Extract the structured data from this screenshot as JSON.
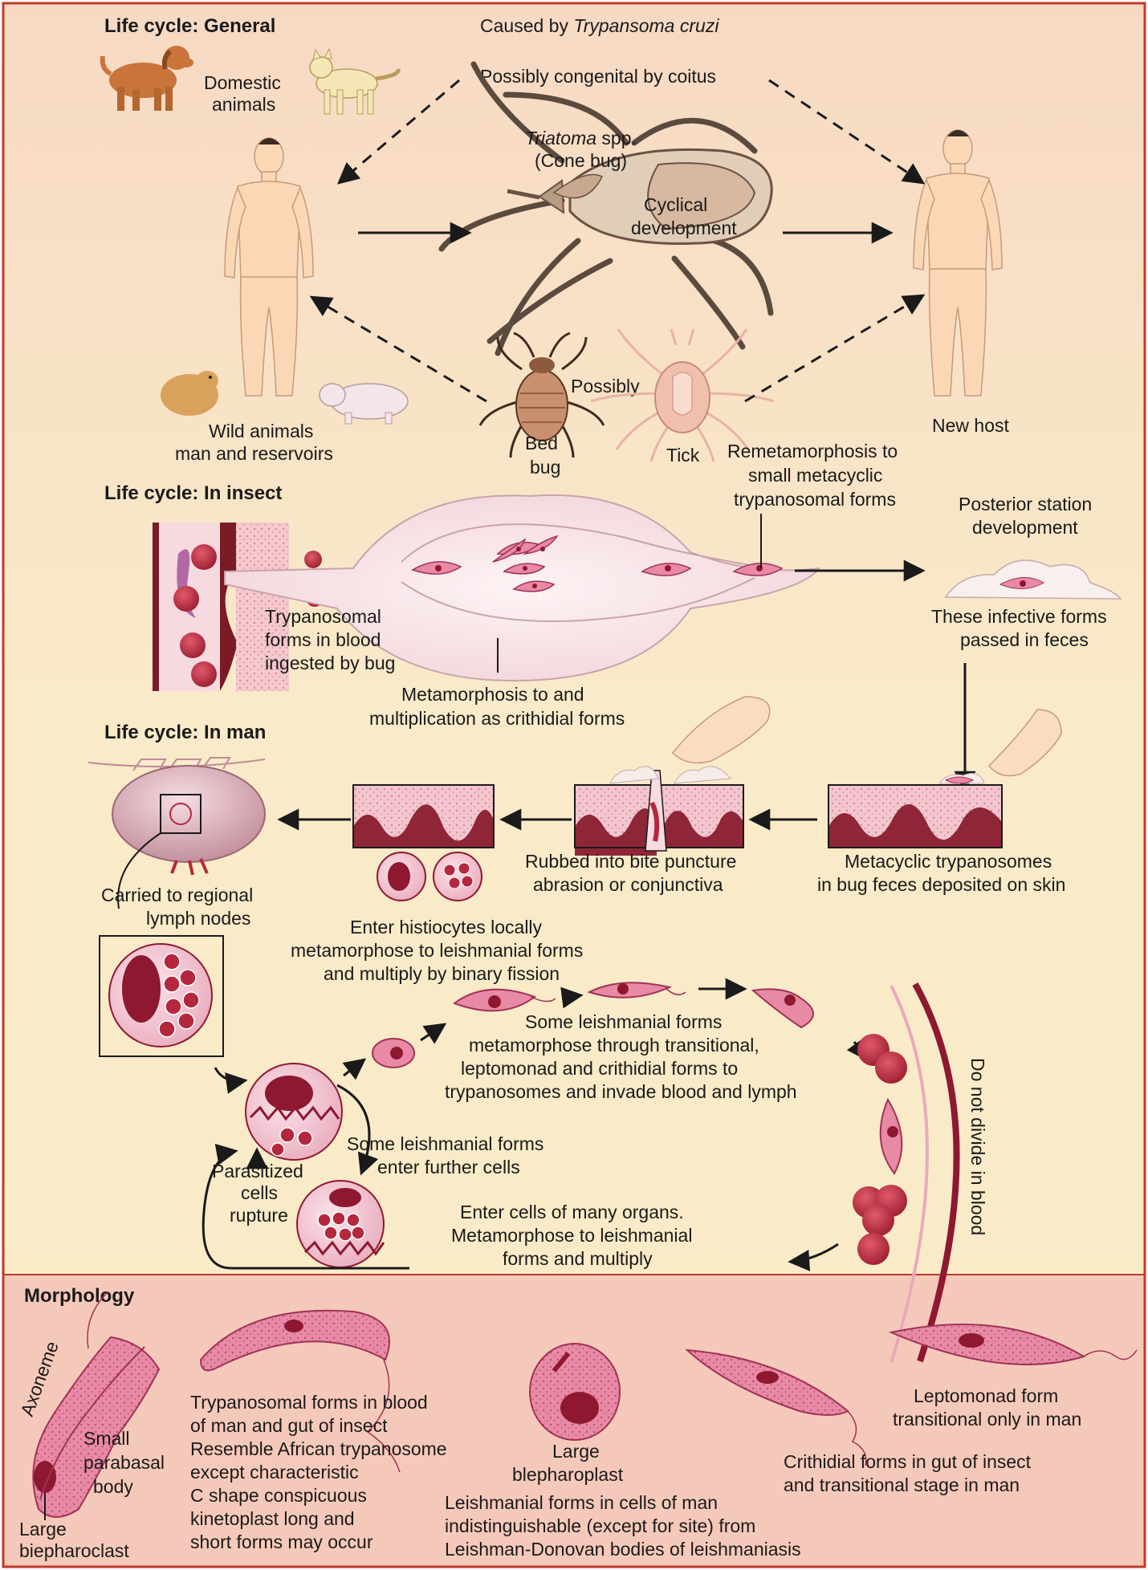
{
  "sections": {
    "general": "Life cycle: General",
    "insect": "Life cycle: In insect",
    "man": "Life cycle: In man",
    "morphology": "Morphology"
  },
  "general": {
    "caused_by_prefix": "Caused by ",
    "caused_by_species": "Trypansoma cruzi",
    "congenital": "Possibly congenital by coitus",
    "domestic_line1": "Domestic",
    "domestic_line2": "animals",
    "vector_genus": "Triatoma",
    "vector_spp": " spp.",
    "vector_common": "(Cone bug)",
    "cyclical_line1": "Cyclical",
    "cyclical_line2": "development",
    "possibly": "Possibly",
    "bed_line1": "Bed",
    "bed_line2": "bug",
    "tick": "Tick",
    "wild_line1": "Wild animals",
    "wild_line2": "man and reservoirs",
    "new_host": "New host"
  },
  "insect": {
    "remeta_line1": "Remetamorphosis to",
    "remeta_line2": "small metacyclic",
    "remeta_line3": "trypanosomal forms",
    "posterior_line1": "Posterior station",
    "posterior_line2": "development",
    "infective_line1": "These infective forms",
    "infective_line2": "passed in feces",
    "ingested_line1": "Trypanosomal",
    "ingested_line2": "forms in blood",
    "ingested_line3": "ingested by bug",
    "meta_line1": "Metamorphosis to and",
    "meta_line2": "multiplication as crithidial forms"
  },
  "man": {
    "rubbed_line1": "Rubbed into bite puncture",
    "rubbed_line2": "abrasion or conjunctiva",
    "metacyclic_line1": "Metacyclic trypanosomes",
    "metacyclic_line2": "in bug feces deposited on skin",
    "carried_line1": "Carried to regional",
    "carried_line2": "lymph nodes",
    "histio_line1": "Enter histiocytes locally",
    "histio_line2": "metamorphose to leishmanial forms",
    "histio_line3": "and multiply by binary fission",
    "some_line1": "Some leishmanial forms",
    "some_line2": "metamorphose through transitional,",
    "some_line3": "leptomonad and crithidial forms to",
    "some_line4": "trypanosomes and invade blood and lymph",
    "further_line1": "Some leishmanial forms",
    "further_line2": "enter further cells",
    "rupture_line1": "Parasitized",
    "rupture_line2": "cells",
    "rupture_line3": "rupture",
    "organs_line1": "Enter cells of many organs.",
    "organs_line2": "Metamorphose to leishmanial",
    "organs_line3": "forms and multiply",
    "no_divide": "Do not divide in blood"
  },
  "morphology": {
    "axoneme": "Axoneme",
    "small_line1": "Small",
    "small_line2": "parabasal",
    "small_line3": "body",
    "large1_line1": "Large",
    "large1_line2": "biepharoclast",
    "tryp_line1": "Trypanosomal forms in blood",
    "tryp_line2": "of man and gut of insect",
    "tryp_line3": "Resemble African trypanosome",
    "tryp_line4": "except characteristic",
    "tryp_line5": "C shape conspicuous",
    "tryp_line6": "kinetoplast long and",
    "tryp_line7": "short forms may occur",
    "large2_line1": "Large",
    "large2_line2": "blepharoplast",
    "leish_line1": "Leishmanial forms in cells of man",
    "leish_line2": "indistinguishable (except for site) from",
    "leish_line3": "Leishman-Donovan bodies of leishmaniasis",
    "lepto_line1": "Leptomonad form",
    "lepto_line2": "transitional only in man",
    "crith_line1": "Crithidial forms in gut of insect",
    "crith_line2": "and transitional stage in man"
  },
  "colors": {
    "background_top": "#f7dcc4",
    "background_mid": "#f9ecc6",
    "morphology_band": "#f5c8b8",
    "frame": "#c0392b",
    "parasite_fill": "#e9a3b8",
    "nucleus": "#8e1830",
    "blood_cell": "#b5273d"
  },
  "icons": [
    "dog-icon",
    "cat-icon",
    "human-figure-icon",
    "triatoma-bug-icon",
    "bed-bug-icon",
    "tick-icon",
    "guinea-pig-icon",
    "pig-icon",
    "finger-icon",
    "lymph-node-icon"
  ]
}
